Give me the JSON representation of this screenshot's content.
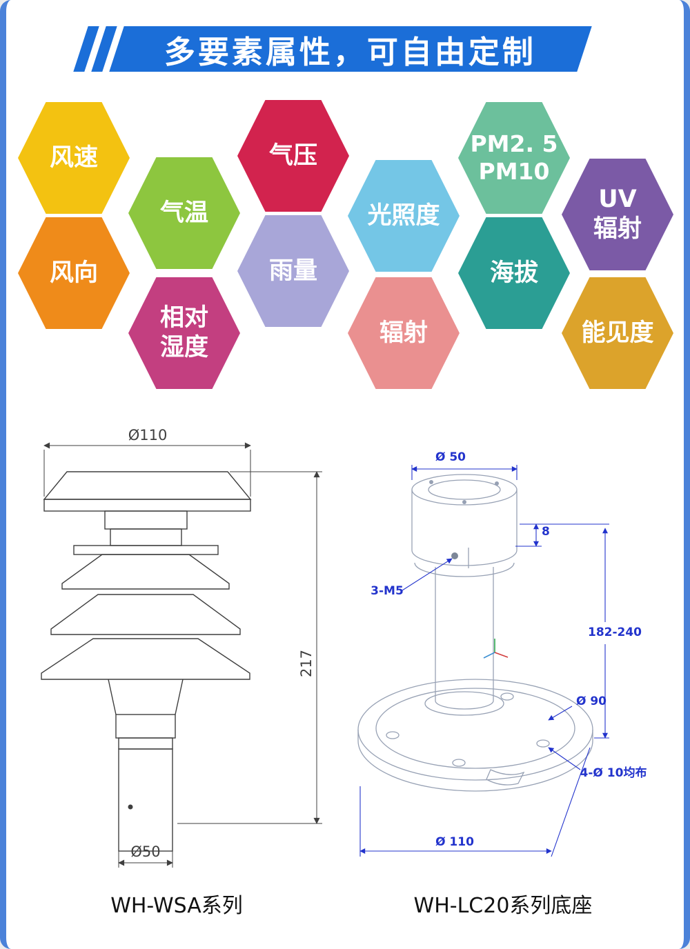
{
  "page": {
    "border_color": "#4b82d9"
  },
  "header": {
    "title": "多要素属性，可自由定制",
    "banner_color": "#1b6ed8"
  },
  "hexagons": [
    {
      "line1": "风速",
      "color": "#f3c211"
    },
    {
      "line1": "气温",
      "color": "#8dc63f"
    },
    {
      "line1": "气压",
      "color": "#d2234e"
    },
    {
      "line1": "光照度",
      "color": "#74c6e6"
    },
    {
      "line1": "PM2. 5",
      "line2": "PM10",
      "color": "#6cc09c"
    },
    {
      "line1": "UV",
      "line2": "辐射",
      "color": "#7b5aa6"
    },
    {
      "line1": "风向",
      "color": "#ef8b1a"
    },
    {
      "line1": "雨量",
      "color": "#a8a6d8"
    },
    {
      "line1": "海拔",
      "color": "#2b9e94"
    },
    {
      "line1": "相对",
      "line2": "湿度",
      "color": "#c33f80"
    },
    {
      "line1": "辐射",
      "color": "#ea9090"
    },
    {
      "line1": "能见度",
      "color": "#dca32b"
    }
  ],
  "wsa_diagram": {
    "caption": "WH-WSA系列",
    "dim_top": "Ø110",
    "dim_height": "217",
    "dim_bottom": "Ø50"
  },
  "lc20_diagram": {
    "caption": "WH-LC20系列底座",
    "dim_top": "Ø 50",
    "dim_offset": "8",
    "dim_screws": "3-M5",
    "dim_range": "182-240",
    "dim_ring": "Ø 90",
    "dim_holes": "4-Ø 10均布",
    "dim_base": "Ø 110"
  }
}
